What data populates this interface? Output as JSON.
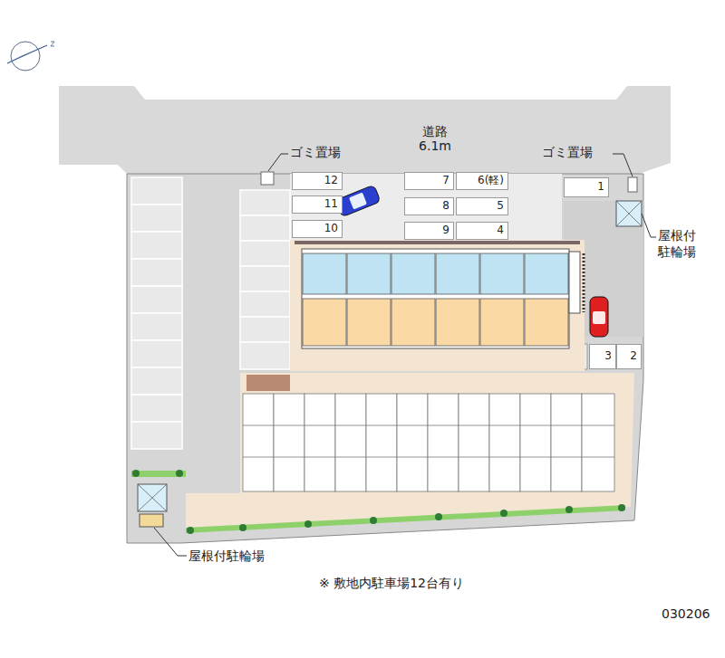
{
  "diagram": {
    "nodes": [
      {
        "text": [
          "道路",
          "6.1m"
        ]
      },
      {
        "text": [
          "12"
        ]
      },
      {
        "text": [
          "7"
        ]
      },
      {
        "text": [
          "6(軽)"
        ]
      },
      {
        "text": [
          "1"
        ]
      },
      {
        "text": [
          "11"
        ]
      },
      {
        "text": [
          "8"
        ]
      },
      {
        "text": [
          "5"
        ]
      },
      {
        "text": [
          "10"
        ]
      },
      {
        "text": [
          "9"
        ]
      },
      {
        "text": [
          "4"
        ]
      },
      {
        "text": [
          "3"
        ]
      },
      {
        "text": [
          "2"
        ]
      }
    ],
    "labels": [
      "ゴミ置場",
      "ゴミ置場",
      "屋根付 駐輪場",
      "屋根付駐輪場",
      "※ 敷地内駐車場12台有り",
      "030206"
    ]
  }
}
